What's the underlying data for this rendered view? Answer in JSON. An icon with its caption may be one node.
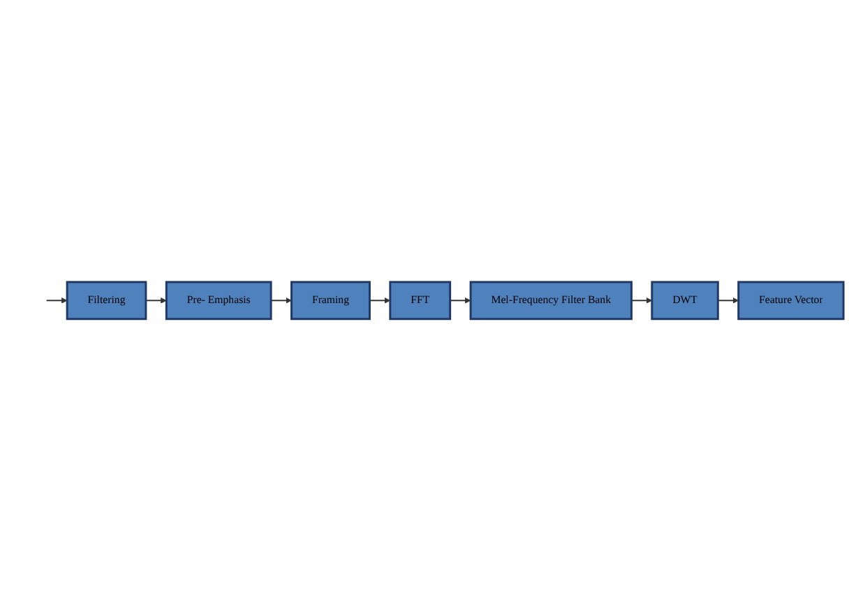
{
  "diagram": {
    "nodes": [
      {
        "text": [
          "Filtering"
        ]
      },
      {
        "text": [
          "Pre- Emphasis"
        ]
      },
      {
        "text": [
          "Framing"
        ]
      },
      {
        "text": [
          "FFT"
        ]
      },
      {
        "text": [
          "Mel-Frequency Filter Bank"
        ]
      },
      {
        "text": [
          "DWT"
        ]
      },
      {
        "text": [
          "Feature Vector"
        ]
      }
    ],
    "edges": [
      {
        "from": null,
        "to": 0,
        "arrow": "to"
      },
      {
        "from": 0,
        "to": 1,
        "arrow": "to"
      },
      {
        "from": 1,
        "to": 2,
        "arrow": "to"
      },
      {
        "from": 2,
        "to": 3,
        "arrow": "to"
      },
      {
        "from": 3,
        "to": 4,
        "arrow": "to"
      },
      {
        "from": 4,
        "to": 5,
        "arrow": "to"
      },
      {
        "from": 5,
        "to": 6,
        "arrow": "to"
      }
    ]
  }
}
